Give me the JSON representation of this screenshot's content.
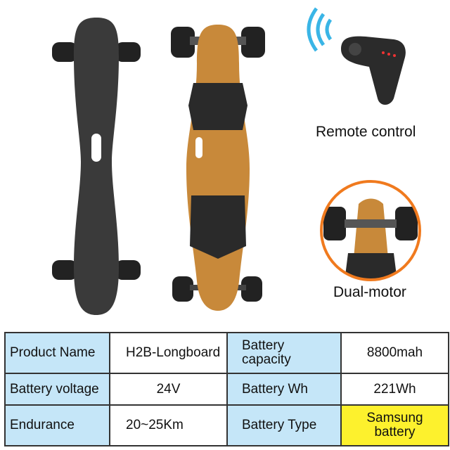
{
  "captions": {
    "remote": "Remote control",
    "motor": "Dual-motor"
  },
  "specs": [
    [
      {
        "label": "Product Name",
        "value": "H2B-Longboard"
      },
      {
        "label": "Battery capacity",
        "value": "8800mah"
      }
    ],
    [
      {
        "label": "Battery voltage",
        "value": "24V"
      },
      {
        "label": "Battery Wh",
        "value": "221Wh"
      }
    ],
    [
      {
        "label": "Endurance",
        "value": "20~25Km"
      },
      {
        "label": "Battery Type",
        "value": "Samsung battery"
      }
    ]
  ],
  "colors": {
    "label_bg": "#c5e6f8",
    "highlight": "#fdf12d",
    "accent_ring": "#f07a1e",
    "wood": "#c8893a"
  }
}
